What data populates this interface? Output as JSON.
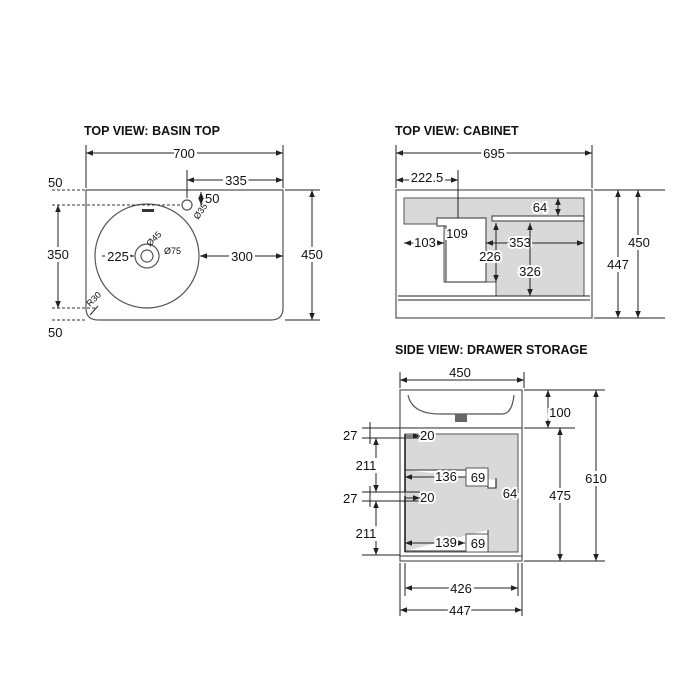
{
  "titles": {
    "basin_top": "TOP VIEW: BASIN TOP",
    "cabinet": "TOP VIEW: CABINET",
    "drawer_storage": "SIDE VIEW: DRAWER STORAGE"
  },
  "basin_top": {
    "width": "700",
    "tap_offset": "335",
    "edge_top": "50",
    "edge_bottom": "50",
    "bowl_depth": "350",
    "total_depth": "450",
    "bowl_to_left": "225",
    "bowl_to_right": "300",
    "tap_to_front": "50",
    "tap_hole": "Ø35",
    "waste_hole": "Ø45",
    "waste_outer": "Ø75",
    "corner_radius": "R30"
  },
  "cabinet": {
    "width": "695",
    "offset": "222.5",
    "rail": "64",
    "cutout_width": "109",
    "side_clear": "103",
    "inner_right": "353",
    "cutout_depth": "226",
    "inner_depth": "326",
    "inner_total": "447",
    "outer_depth": "450"
  },
  "drawer_storage": {
    "top_width": "450",
    "basin_height": "100",
    "total_height": "610",
    "drawer_front_height": "475",
    "upper_gap": "27",
    "upper_notch": "20",
    "upper_height": "211",
    "upper_depth": "136",
    "upper_inner": "69",
    "lower_gap": "27",
    "lower_notch": "20",
    "lower_height": "211",
    "lower_depth": "139",
    "lower_inner": "69",
    "side_gap": "64",
    "inner_width": "426",
    "outer_width": "447"
  }
}
